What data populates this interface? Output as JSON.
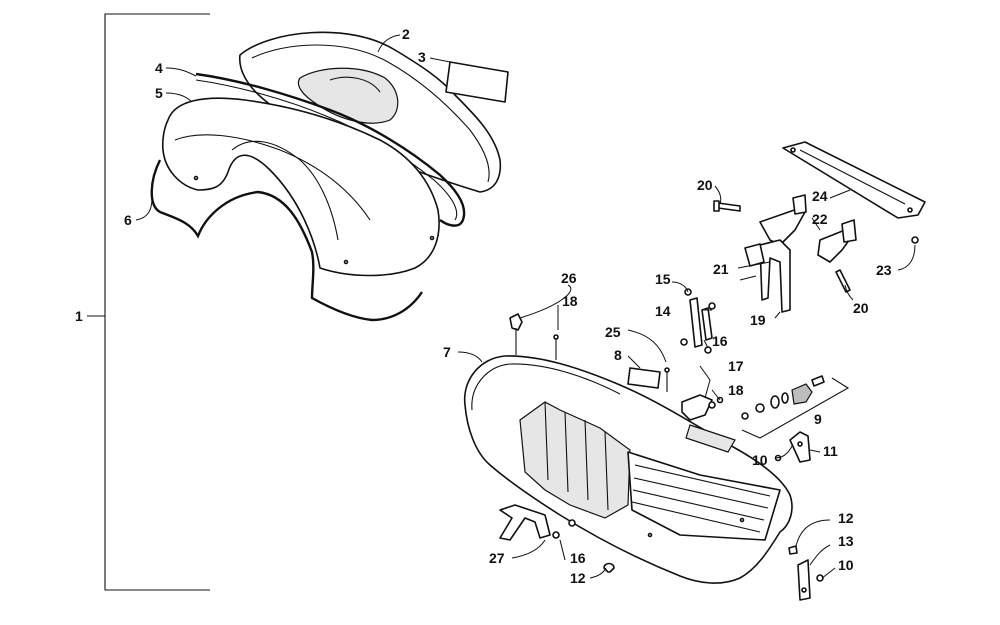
{
  "callouts": {
    "c1": "1",
    "c2": "2",
    "c3": "3",
    "c4": "4",
    "c5": "5",
    "c6": "6",
    "c7": "7",
    "c8": "8",
    "c9": "9",
    "c10a": "10",
    "c10b": "10",
    "c11": "11",
    "c12a": "12",
    "c12b": "12",
    "c13": "13",
    "c14": "14",
    "c15": "15",
    "c16a": "16",
    "c16b": "16",
    "c17": "17",
    "c18a": "18",
    "c18b": "18",
    "c19": "19",
    "c20a": "20",
    "c20b": "20",
    "c21": "21",
    "c22": "22",
    "c23": "23",
    "c24": "24",
    "c25": "25",
    "c26": "26",
    "c27": "27"
  }
}
